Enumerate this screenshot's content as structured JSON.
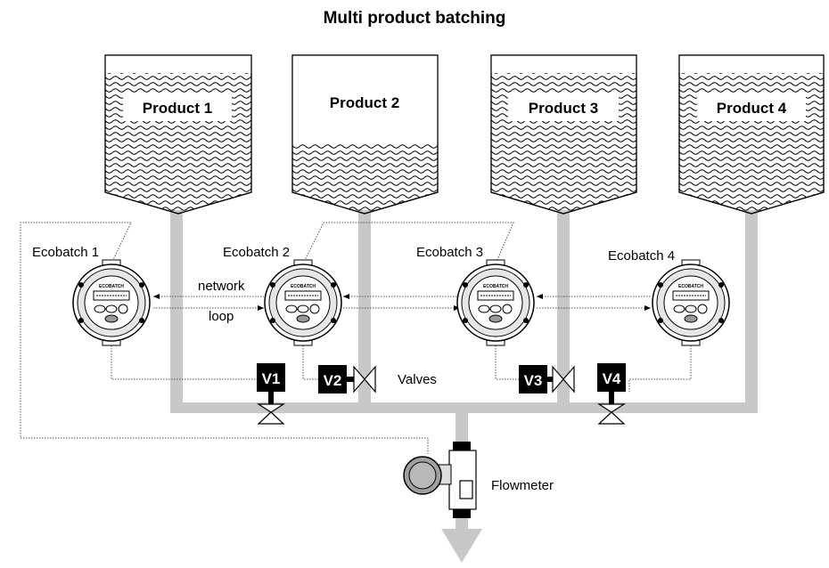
{
  "title": "Multi product batching",
  "tanks": [
    {
      "label": "Product 1"
    },
    {
      "label": "Product 2"
    },
    {
      "label": "Product 3"
    },
    {
      "label": "Product 4"
    }
  ],
  "controllers": [
    {
      "label": "Ecobatch 1",
      "display_text": "ECOBATCH"
    },
    {
      "label": "Ecobatch 2",
      "display_text": "ECOBATCH"
    },
    {
      "label": "Ecobatch 3",
      "display_text": "ECOBATCH"
    },
    {
      "label": "Ecobatch 4",
      "display_text": "ECOBATCH"
    }
  ],
  "network_label": "network",
  "loop_label": "loop",
  "valves": [
    {
      "label": "V1"
    },
    {
      "label": "V2"
    },
    {
      "label": "V3"
    },
    {
      "label": "V4"
    }
  ],
  "valves_label": "Valves",
  "flowmeter_label": "Flowmeter",
  "colors": {
    "pipe": "#c8c8c8",
    "valve_tag": "#000000",
    "liquid_wave": "#000000",
    "flowmeter_body": "#a0a0a0"
  }
}
